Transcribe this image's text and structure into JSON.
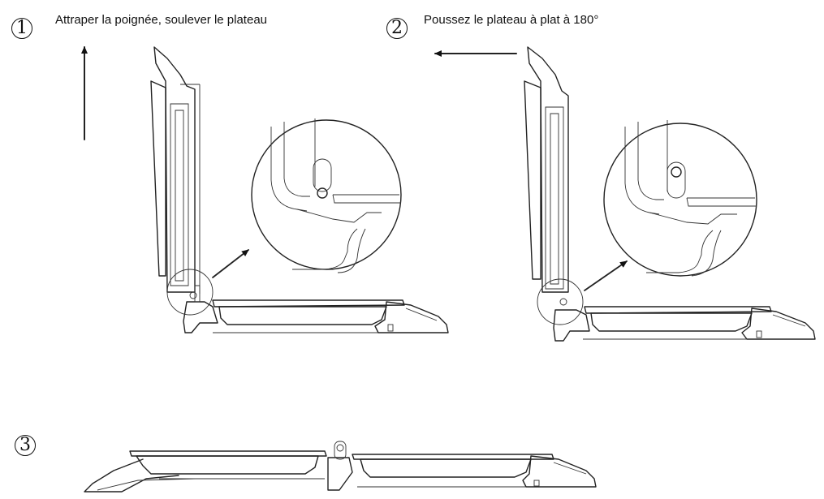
{
  "steps": [
    {
      "number": "1",
      "caption": "Attraper la poignée, soulever le plateau"
    },
    {
      "number": "2",
      "caption": "Poussez le plateau à plat à 180°"
    },
    {
      "number": "3",
      "caption": ""
    }
  ]
}
